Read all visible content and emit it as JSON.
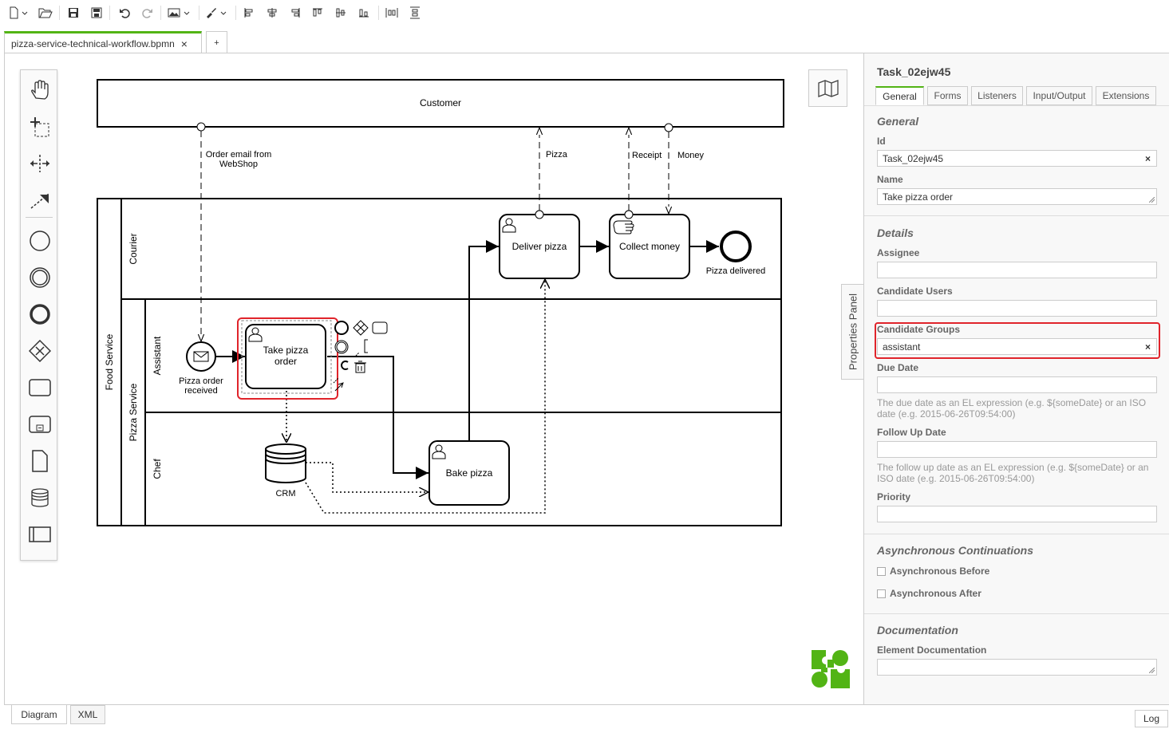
{
  "file_tab": {
    "name": "pizza-service-technical-workflow.bpmn",
    "close": "×",
    "add": "+"
  },
  "diagram": {
    "pools": {
      "customer": "Customer",
      "food_service": "Food Service"
    },
    "lanes": {
      "courier": "Courier",
      "pizza_service": "Pizza Service",
      "assistant": "Assistant",
      "chef": "Chef"
    },
    "tasks": {
      "take_pizza_order": [
        "Take pizza",
        "order"
      ],
      "deliver_pizza": "Deliver pizza",
      "collect_money": "Collect money",
      "bake_pizza": "Bake pizza"
    },
    "events": {
      "start": [
        "Pizza order",
        "received"
      ],
      "end": "Pizza delivered"
    },
    "datastore": "CRM",
    "messages": {
      "order_email": [
        "Order email from",
        "WebShop"
      ],
      "pizza": "Pizza",
      "receipt": "Receipt",
      "money": "Money"
    }
  },
  "properties_panel": {
    "toggle_label": "Properties Panel",
    "element_id_title": "Task_02ejw45",
    "tabs": [
      "General",
      "Forms",
      "Listeners",
      "Input/Output",
      "Extensions"
    ],
    "general": {
      "heading": "General",
      "id_label": "Id",
      "id_value": "Task_02ejw45",
      "name_label": "Name",
      "name_value": "Take pizza order"
    },
    "details": {
      "heading": "Details",
      "assignee_label": "Assignee",
      "assignee_value": "",
      "candidate_users_label": "Candidate Users",
      "candidate_users_value": "",
      "candidate_groups_label": "Candidate Groups",
      "candidate_groups_value": "assistant",
      "due_date_label": "Due Date",
      "due_date_value": "",
      "due_date_help": "The due date as an EL expression (e.g. ${someDate} or an ISO date (e.g. 2015-06-26T09:54:00)",
      "follow_up_label": "Follow Up Date",
      "follow_up_value": "",
      "follow_up_help": "The follow up date as an EL expression (e.g. ${someDate} or an ISO date (e.g. 2015-06-26T09:54:00)",
      "priority_label": "Priority",
      "priority_value": ""
    },
    "async": {
      "heading": "Asynchronous Continuations",
      "before_label": "Asynchronous Before",
      "before_checked": false,
      "after_label": "Asynchronous After",
      "after_checked": false
    },
    "documentation": {
      "heading": "Documentation",
      "element_doc_label": "Element Documentation",
      "element_doc_value": ""
    }
  },
  "bottom_tabs": {
    "diagram": "Diagram",
    "xml": "XML",
    "log": "Log"
  },
  "colors": {
    "accent": "#52b415",
    "highlight": "#e0242b"
  }
}
